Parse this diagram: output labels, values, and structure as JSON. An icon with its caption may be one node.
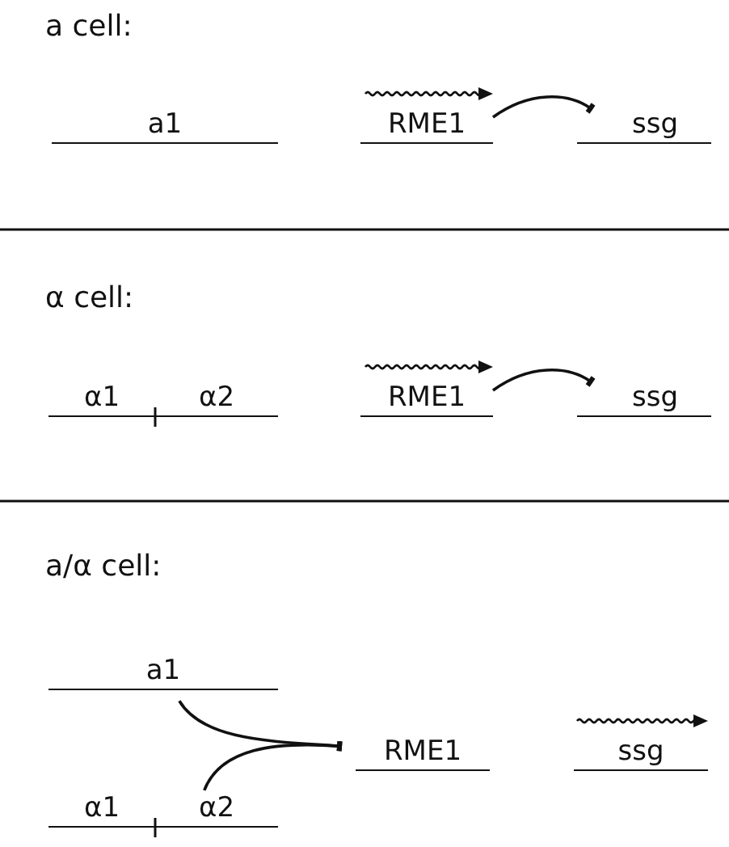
{
  "diagram": {
    "nodes": [
      {
        "text": [
          "a1"
        ]
      },
      {
        "text": [
          "RME1"
        ]
      },
      {
        "text": [
          "ssg"
        ]
      },
      {
        "text": [
          "α1"
        ]
      },
      {
        "text": [
          "α2"
        ]
      },
      {
        "text": [
          "RME1"
        ]
      },
      {
        "text": [
          "ssg"
        ]
      },
      {
        "text": [
          "a1"
        ]
      },
      {
        "text": [
          "α1"
        ]
      },
      {
        "text": [
          "α2"
        ]
      },
      {
        "text": [
          "RME1"
        ]
      },
      {
        "text": [
          "ssg"
        ]
      }
    ],
    "edges": [
      {
        "from": 1,
        "to": 2,
        "arrow": "other"
      },
      {
        "from": 5,
        "to": 6,
        "arrow": "other"
      },
      {
        "from": 7,
        "to": 10,
        "arrow": "other"
      },
      {
        "from": 9,
        "to": 10,
        "arrow": "other"
      }
    ],
    "labels": [
      "a cell:",
      "α cell:",
      "a/α cell:"
    ]
  }
}
